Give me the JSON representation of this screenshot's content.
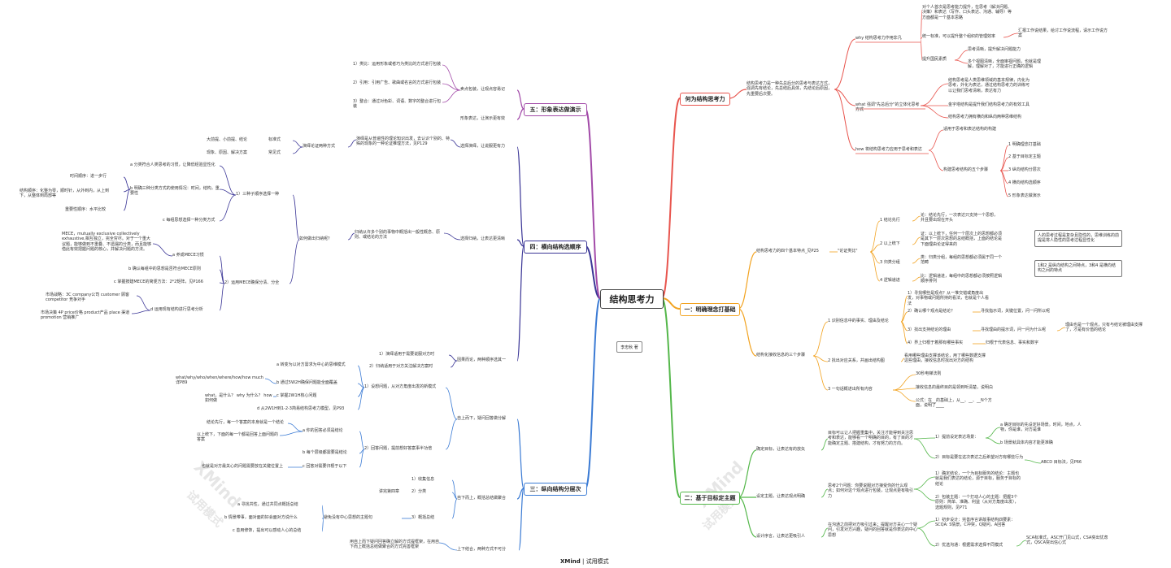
{
  "root": "结构思考力",
  "author": "李忠秋 著",
  "footer": {
    "brand": "XMind",
    "sep": "|",
    "mode": "试用模式"
  },
  "watermark": {
    "brand": "XMind",
    "mode": "试用模式"
  },
  "colors": {
    "branch_1": "#e8554e",
    "branch_2": "#f2a321",
    "branch_3": "#54b74a",
    "branch_4": "#3b7bd4",
    "branch_5": "#3a3596",
    "branch_6": "#a24aa8"
  },
  "branches": {
    "b1": "何为结构思考力",
    "b2": "一：明确理念打基础",
    "b3": "二：基于目标定主题",
    "b4": "三：纵向结构分层次",
    "b5": "四：横向结构选顺序",
    "b6": "五：形象表达做演示"
  },
  "r1": {
    "intro": "结构思考力是一种先总后分的思考与表达方式，强调先有结论，先总结后具体，先结论后原因，先重要后次要。",
    "why": "why 结构思考力作用非凡",
    "why_a": "对个人首次是思考能力提升，在思考（解决问题、决策）和表达（写作、口头表达、沟通、辅导）等方面都是一个基本思路",
    "why_b": "统一标准，可以提升整个组织的管理效率",
    "why_b1": "汇报工作说结果，给讨工作说流程，请示工作说方案",
    "why_c": "提升国民素质",
    "why_c1": "思考清晰，提升解决问题能力",
    "why_c2": "多个视图清晰，全面审视问题，也就是理解，理解对了，才能进行正确的逻辑",
    "what": "what 强调\"先总后分\"的立体化思考方式",
    "what_a": "结构思考是人类思维领域的基本规律，内化为思考，外化为表达，通过结构思考力的训练可以让我们思考清晰，表达有力",
    "what_b": "金字塔结构是提升我们结构思考力的有效工具",
    "what_c": "结构思考力拥有横向和纵向两种思维结构",
    "how": "how 将结构思考力应用于思考和表达",
    "how_a": "适用于思考和表达结构的构建",
    "how_b": "构建思考结构的五个步骤",
    "s1": "1 明确理念打基础",
    "s2": "2 基于目标定主题",
    "s3": "3 纵向结构分层次",
    "s4": "4 横向结构选顺序",
    "s5": "5 形象表达做演示"
  },
  "r2": {
    "four": "结构思考力的四个基本特点_见P25",
    "thesis": "\"论证类比\"",
    "f1": "1 结论先行",
    "f1t": "论：结论先行，一次表达只支持一个思想，并且要出现在开头",
    "f2": "2 以上统下",
    "f2t": "证：以上统下，任何一个层次上的思想都必须是其下一层次思想的总结概括，上面的结论是下面理由论证得来的",
    "f3": "3 归类分组",
    "f3t": "类：归类分组，每组的思想都必须属于同一个范畴",
    "f4": "4 逻辑递进",
    "f4t": "比：逻辑递进，每组中的思想都必须按照逻辑顺序排列",
    "note1": "人的思考过程是复杂且隐性的，思维训练的前提是将人隐性的思考过程显性化",
    "note2": "1和2 是纵向结构之间特点，3和4 是横向结构之间的特点",
    "steps": "结构化接收信息的三个步骤",
    "st1": "1 识别信息中的事实、理由及结论",
    "st1a": "1）寻找哪些是观点？从一堆交错或角度出发，对事物或问题所持的看法，也就是个人看法",
    "st1b": "2）确认哪个观点是结论？",
    "st1b1": "寻找指示词，关键位置，问一问所以呢",
    "st1c": "3）找出支持结论的理由",
    "st1c1": "寻找理由的提示词，问一问为什么呢",
    "st1c2": "理由也是一个观点，只有与结论被理由支撑了，才是有价值的结论",
    "st1d": "4）界上归根于着那有哪些事实",
    "st1d1": "归根于代表信息、事实和数字",
    "st2": "2 找出对应关系，并画出结构图",
    "st2a": "看用哪些理由支撑该结论，用了哪些数据支撑这些理由，接收信息时找出对方的结构",
    "st3": "3 一句话概述出所有内容",
    "st3a": "30秒电梯法则",
    "st3b": "接收信息的最终目的是领到听清楚，说明白",
    "st3c": "公式：在__的基础上，从__、__、__N个方面，说明了____"
  },
  "r3": {
    "goal": "确定目标，让表达有的放矢",
    "goal_t": "目标可以让人把握重集中，关注才能得到关注思考和表达，能够看一个明确的目的，有了目的才能确定主题、搭建结构，才有努力的方向。",
    "g1": "1）提前设定表达场景：",
    "g1a": "a 确定目标的先设定好场景。时间，地点，人物，你是谁，对方是谁",
    "g1b": "b 场景就具体内容才能更准确",
    "g2": "2）目标是要在这次表达之后希望对方有哪些行为",
    "g2a": "ABCD 目标法，见P66",
    "topic": "设定主题，让表达观点明确",
    "topic_t": "思考2个问题：你要说服对方接受你的什么观点；如何对这个观点进行包装，让观点更有吸引力",
    "t1": "1）确定结论，一个为目标服务的结论：主题也就是我们表达的结论，源于目标，服务于目标的结论",
    "t2": "2）包装主题：一个打动人心的主题：把握3个原则：简单、准确、利益（从对方角度出发），选题规则，见P71",
    "intro": "设计序言，让表达更吸引人",
    "intro_t": "在沟通之前把对方吸引过来；提醒对方关心一个疑问，引发对方兴趣，疑问的回答就是你表达的中心思想",
    "i1": "1）初步设计：完善序言讲故事结构四要素：SCQA: S情景，C冲突，Q疑问，A回答",
    "i2": "2）优选沟通：根据需求选择不同模式",
    "i2a": "SCA标准式，ASC开门见山式，CSA突出忧虑式，QSCA突出信心式"
  },
  "l4": {
    "top": "自上而下，疑问回答做分解",
    "q1": "1）设想问题，从对方角度出发的新模式",
    "q1a": "a 转变为以对方需求为中心的思维模式",
    "q1b": "b 通过5W2H确保问题能全面覆盖",
    "q1b_t": "what/why/who/when/where/how/how much 详P89",
    "q1c": "c 掌握2W1H核心问题",
    "q1c_t": "what，是什么？ why 为什么？ how如何做",
    "q1d": "d 从2W1H到1-2-3简易结构思考力模型，见P93",
    "q2": "2）回答问题，提前想好答案事半功倍",
    "q2a": "a 你的回答必须是结论",
    "q2a1": "结论先行，每一个答案的本身就是一个结论",
    "q2a2": "以上统下，下面的每一个都是回答上面问题的答案",
    "q2b": "b 每个层级都需要是结论",
    "q2c": "c 回答对需要归根于以下",
    "q2c_t": "也就是对方最关心的问题需要放在关键位置上",
    "bottom": "自下而上，概括总结做聚合",
    "c1": "1）收集信息",
    "c2": "2）分类",
    "c2_t": "讲完第四章",
    "c3": "3）概括总结",
    "c3_t": "避免没有中心思想的主题句",
    "c3a": "a 寻找共性，通过共同点概括总结",
    "c3b": "b 情景带事，面对面的好会面对方说什么",
    "c3c": "c 善用修饰，提出可以感动人心的总结",
    "both": "上下结合，两种方式不可分",
    "both_t": "用自上而下疑问回答确立解的方式提框架，在用自下而上概括总结做聚合的方式完善框架"
  },
  "l5": {
    "choose": "选择演绎，让说服更有力",
    "choose_t": "演绎是从普遍性的理论知识出发，去认识个别的、特殊的现象的一种论证推理方法，见P129",
    "ded": "演绎论证两种方式",
    "d1": "标准式",
    "d1_t": "大前提、小前提、结论",
    "d2": "常见式",
    "d2_t": "现象、原因、解决方案",
    "ind": "选择归纳，让表达更清晰",
    "ind_t": "归纳从许多个别的事物中概括出一般性概念、原则、或结论的方法",
    "how": "如何做出归纳呢？",
    "h1": "1）三种子顺序选择一种",
    "h1a": "a 分类符合人类思考的习惯，让降低经验显性化",
    "h1b": "b 明确三种分类方式的使用情况：时间，结构，重要性",
    "h1b1": "时间顺序：进一步行",
    "h1b2": "结构顺序：化整为零，顺时针，从外到内，从上到下，从整体到局部等",
    "h1b3": "重要性顺序：水平比较",
    "h1c": "c 每组思想选择一种分类方式",
    "h2": "2）运用MECE确保分清、分全",
    "h2a": "a 养成MECE习惯",
    "h2a_t": "MECE，mutually exclusive collectively exhaustive,相互独立，完全穷尽。对于一个重大议题，能够做到不重叠、不遗漏的分类，而且能够借此有效把握问题的核心，并解决问题的方法。",
    "h2b": "b 确认每组中的思想是否符合MECE原则",
    "h2c": "c 掌握按建MECE的简便方法：2*2矩阵，见P166",
    "h2d": "d 运用现有结构进行思考分析",
    "h2d1": "市场战略：3C company公司 customer 顾客 competitor 竞争对手",
    "h2d2": "市场决策 4P price价格 product产品 place 渠道 promotion 营销推广",
    "diff": "因果而论，两种顺序选其一",
    "diff1": "1）演绎适用于需要说服对方时",
    "diff2": "2）归纳适用于对方关注解决方案时"
  },
  "l6": {
    "sell": "卖点包装，让观点容易记",
    "s1": "1）类比：运用形象或者巧为类比的方式进行包装",
    "s2": "2）引用：引用广告、歌曲或名言的方式进行包装",
    "s3": "3）整合：通过对色彩、词语、数字的整合进行包装",
    "vis": "形象表达，让演示更有效"
  }
}
